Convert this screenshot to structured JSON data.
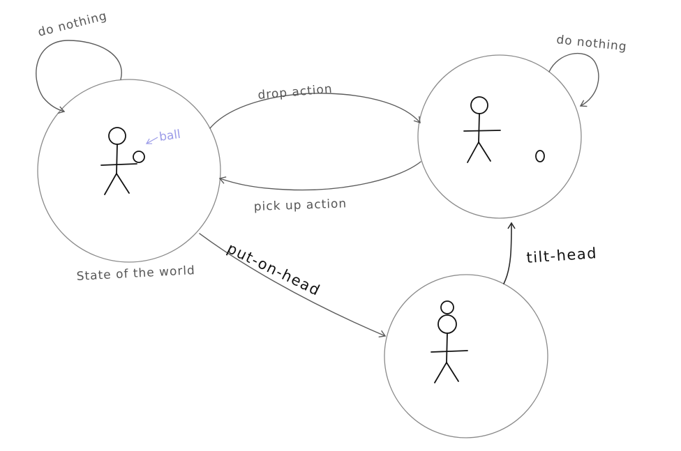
{
  "labels": {
    "do_nothing_left": "do nothing",
    "do_nothing_right": "do nothing",
    "drop_action": "drop action",
    "pick_up_action": "pick up action",
    "put_on_head": "put-on-head",
    "tilt_head": "tilt-head",
    "state_caption": "State of the world",
    "ball": "ball"
  },
  "colors": {
    "state_border": "#8a8a8a",
    "edge_grey": "#5a5a5a",
    "edge_dark": "#2a2a2a",
    "figure": "#111111",
    "ball_annotation": "#9a9ae8"
  }
}
